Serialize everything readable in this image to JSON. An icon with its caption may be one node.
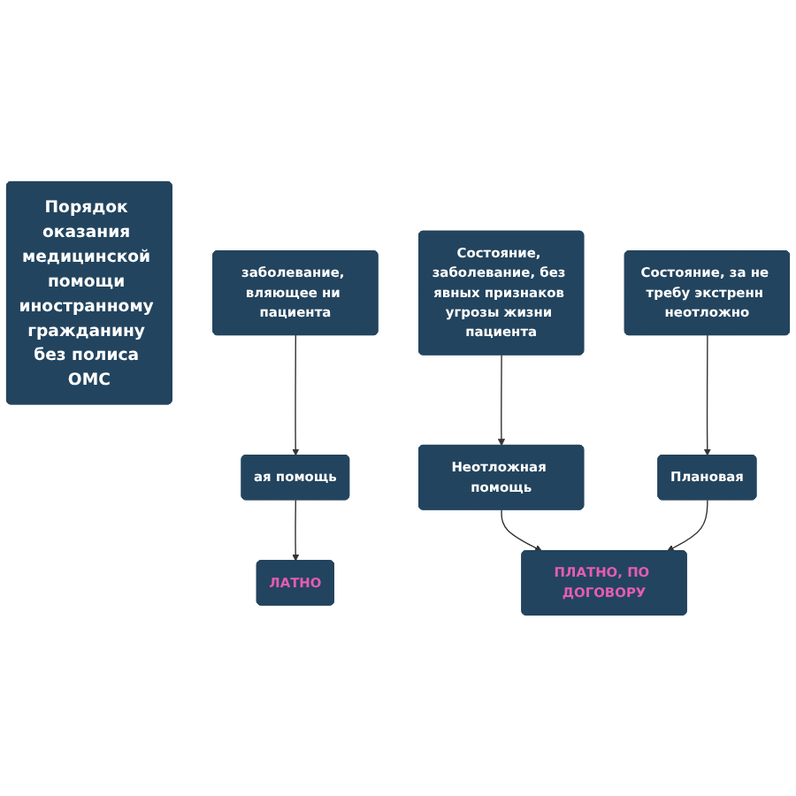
{
  "diagram": {
    "nodes": [
      {
        "text": [
          "Порядок оказания медицинской помощи иностранному гражданину без полиса ОМС"
        ]
      },
      {
        "text": [
          "заболевание, вляющее ни пациента"
        ]
      },
      {
        "text": [
          "Состояние, заболевание, без явных признаков угрозы жизни пациента"
        ]
      },
      {
        "text": [
          "Состояние, за не требу экстренн неотложно"
        ]
      },
      {
        "text": [
          "ая помощь"
        ]
      },
      {
        "text": [
          "Неотложная помощь"
        ]
      },
      {
        "text": [
          "Плановая"
        ]
      },
      {
        "text": [
          "ЛАТНО"
        ]
      },
      {
        "text": [
          "ПЛАТНО, ПО ДОГОВОРУ"
        ]
      }
    ],
    "edges": [
      {
        "from": 1,
        "to": 4,
        "arrow": "to"
      },
      {
        "from": 2,
        "to": 5,
        "arrow": "to"
      },
      {
        "from": 3,
        "to": 6,
        "arrow": "to"
      },
      {
        "from": 4,
        "to": 7,
        "arrow": "to"
      },
      {
        "from": 5,
        "to": 8,
        "arrow": "to"
      },
      {
        "from": 6,
        "to": 8,
        "arrow": "to"
      }
    ]
  }
}
